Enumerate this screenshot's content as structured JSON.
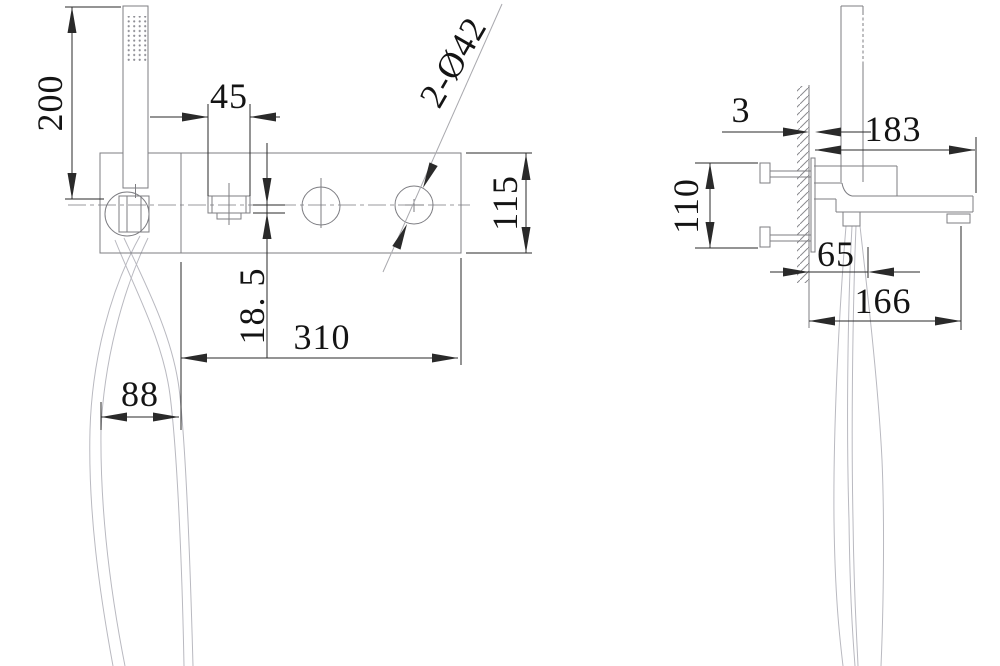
{
  "drawing": {
    "front_view": {
      "handshower_height": "200",
      "spout_width": "45",
      "hole_callout": "2-Ø42",
      "plate_height": "115",
      "spout_drop": "18. 5",
      "plate_length": "310",
      "holder_section": "88"
    },
    "side_view": {
      "wall_plate_thickness": "3",
      "spout_reach": "183",
      "body_height": "110",
      "hose_offset": "65",
      "outlet_reach": "166"
    },
    "colors": {
      "background": "#ffffff",
      "outline": "#7d7d82",
      "dimension": "#2a2a2a",
      "text": "#141414",
      "hose": "#b9b9c0",
      "centerline": "#98989e"
    }
  }
}
